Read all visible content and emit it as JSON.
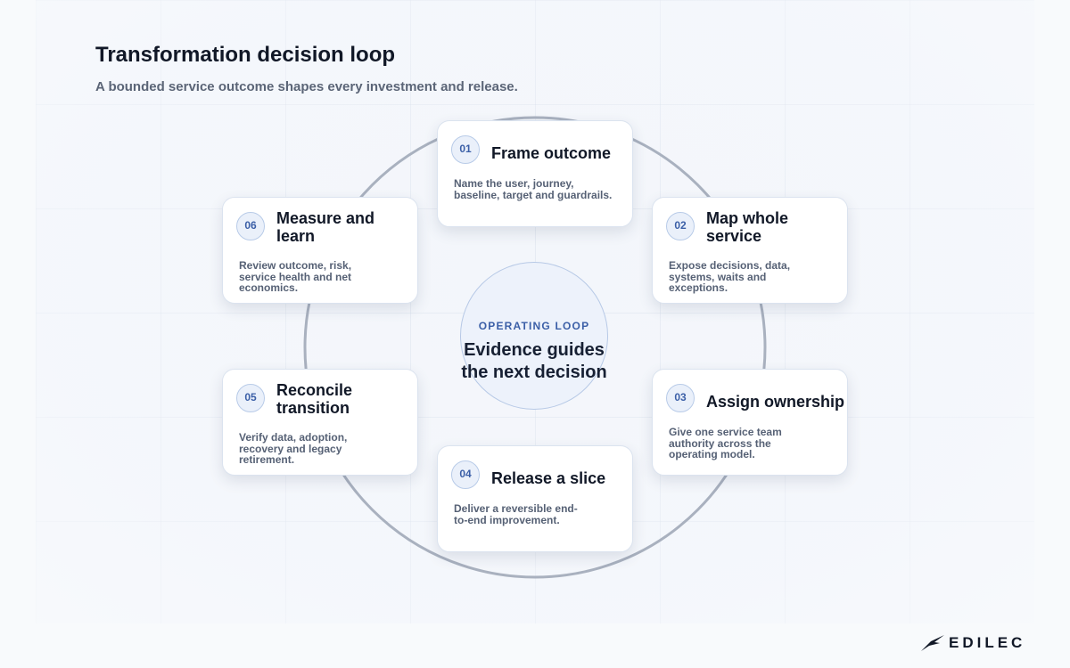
{
  "header": {
    "title": "Transformation decision loop",
    "subtitle": "A bounded service outcome shapes every investment and release."
  },
  "hub": {
    "eyebrow": "OPERATING LOOP",
    "text": "Evidence guides the next decision"
  },
  "steps": [
    {
      "number": "01",
      "title": "Frame outcome",
      "description": "Name the user, journey, baseline, target and guardrails."
    },
    {
      "number": "02",
      "title": "Map whole service",
      "description": "Expose decisions, data, systems, waits and exceptions."
    },
    {
      "number": "03",
      "title": "Assign ownership",
      "description": "Give one service team authority across the operating model."
    },
    {
      "number": "04",
      "title": "Release a slice",
      "description": "Deliver a reversible end-to-end improvement."
    },
    {
      "number": "05",
      "title": "Reconcile transition",
      "description": "Verify data, adoption, recovery and legacy retirement."
    },
    {
      "number": "06",
      "title": "Measure and learn",
      "description": "Review outcome, risk, service health and net economics."
    }
  ],
  "brand": {
    "logo_text": "EDILEC"
  },
  "colors": {
    "accent": "#3b5fa7",
    "ring": "#a9b1bf",
    "hub_fill": "#edf2fb",
    "text_dark": "#111827",
    "text_muted": "#566175"
  }
}
